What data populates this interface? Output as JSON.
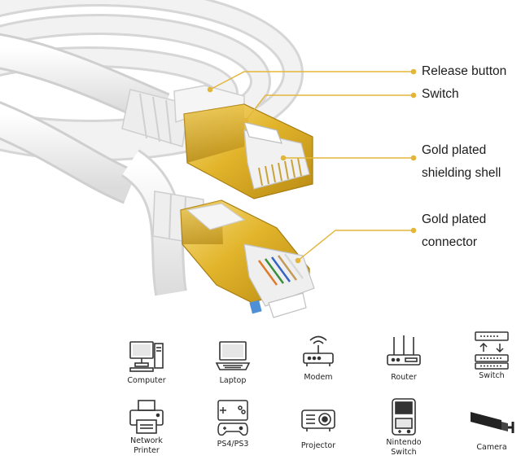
{
  "callouts": {
    "release_button": "Release button",
    "switch": "Switch",
    "shell_line1": "Gold plated",
    "shell_line2": "shielding shell",
    "connector_line1": "Gold plated",
    "connector_line2": "connector"
  },
  "devices": [
    {
      "label": "Computer",
      "icon": "computer-icon"
    },
    {
      "label": "Laptop",
      "icon": "laptop-icon"
    },
    {
      "label": "Modem",
      "icon": "modem-icon"
    },
    {
      "label": "Router",
      "icon": "router-icon"
    },
    {
      "label": "Switch",
      "icon": "network-switch-icon"
    },
    {
      "label_line1": "Network",
      "label_line2": "Printer",
      "icon": "printer-icon"
    },
    {
      "label": "PS4/PS3",
      "icon": "game-console-icon"
    },
    {
      "label": "Projector",
      "icon": "projector-icon"
    },
    {
      "label_line1": "Nintendo",
      "label_line2": "Switch",
      "icon": "handheld-console-icon"
    },
    {
      "label": "Camera",
      "icon": "security-camera-icon"
    }
  ],
  "colors": {
    "gold": "#d9a821",
    "callout_line": "#e3b63a",
    "cable": "#f4f4f4",
    "icon_stroke": "#333333"
  }
}
